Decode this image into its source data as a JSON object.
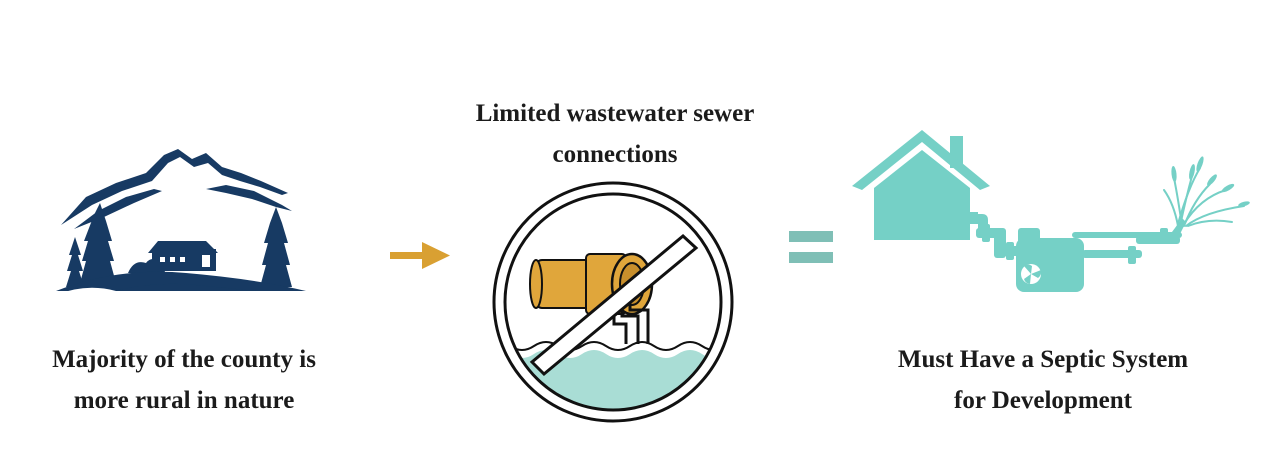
{
  "panels": {
    "rural": {
      "caption_lines": [
        "Majority of the county is",
        "more rural in nature"
      ],
      "icon": "mountain-house-trees-icon"
    },
    "sewer": {
      "caption_lines": [
        "Limited wastewater sewer",
        "connections"
      ],
      "icon": "no-sewer-pipe-icon"
    },
    "septic": {
      "caption_lines": [
        "Must Have a Septic System",
        "for Development"
      ],
      "icon": "house-septic-system-icon"
    }
  },
  "connectors": {
    "arrow_icon": "right-arrow-icon",
    "equals_icon": "equals-icon"
  },
  "colors": {
    "navy": "#173a63",
    "gold": "#d9a032",
    "teal": "#75d0c6",
    "equals": "#7fbfb6",
    "water": "#a9ddd5",
    "text": "#1b1b1b"
  }
}
